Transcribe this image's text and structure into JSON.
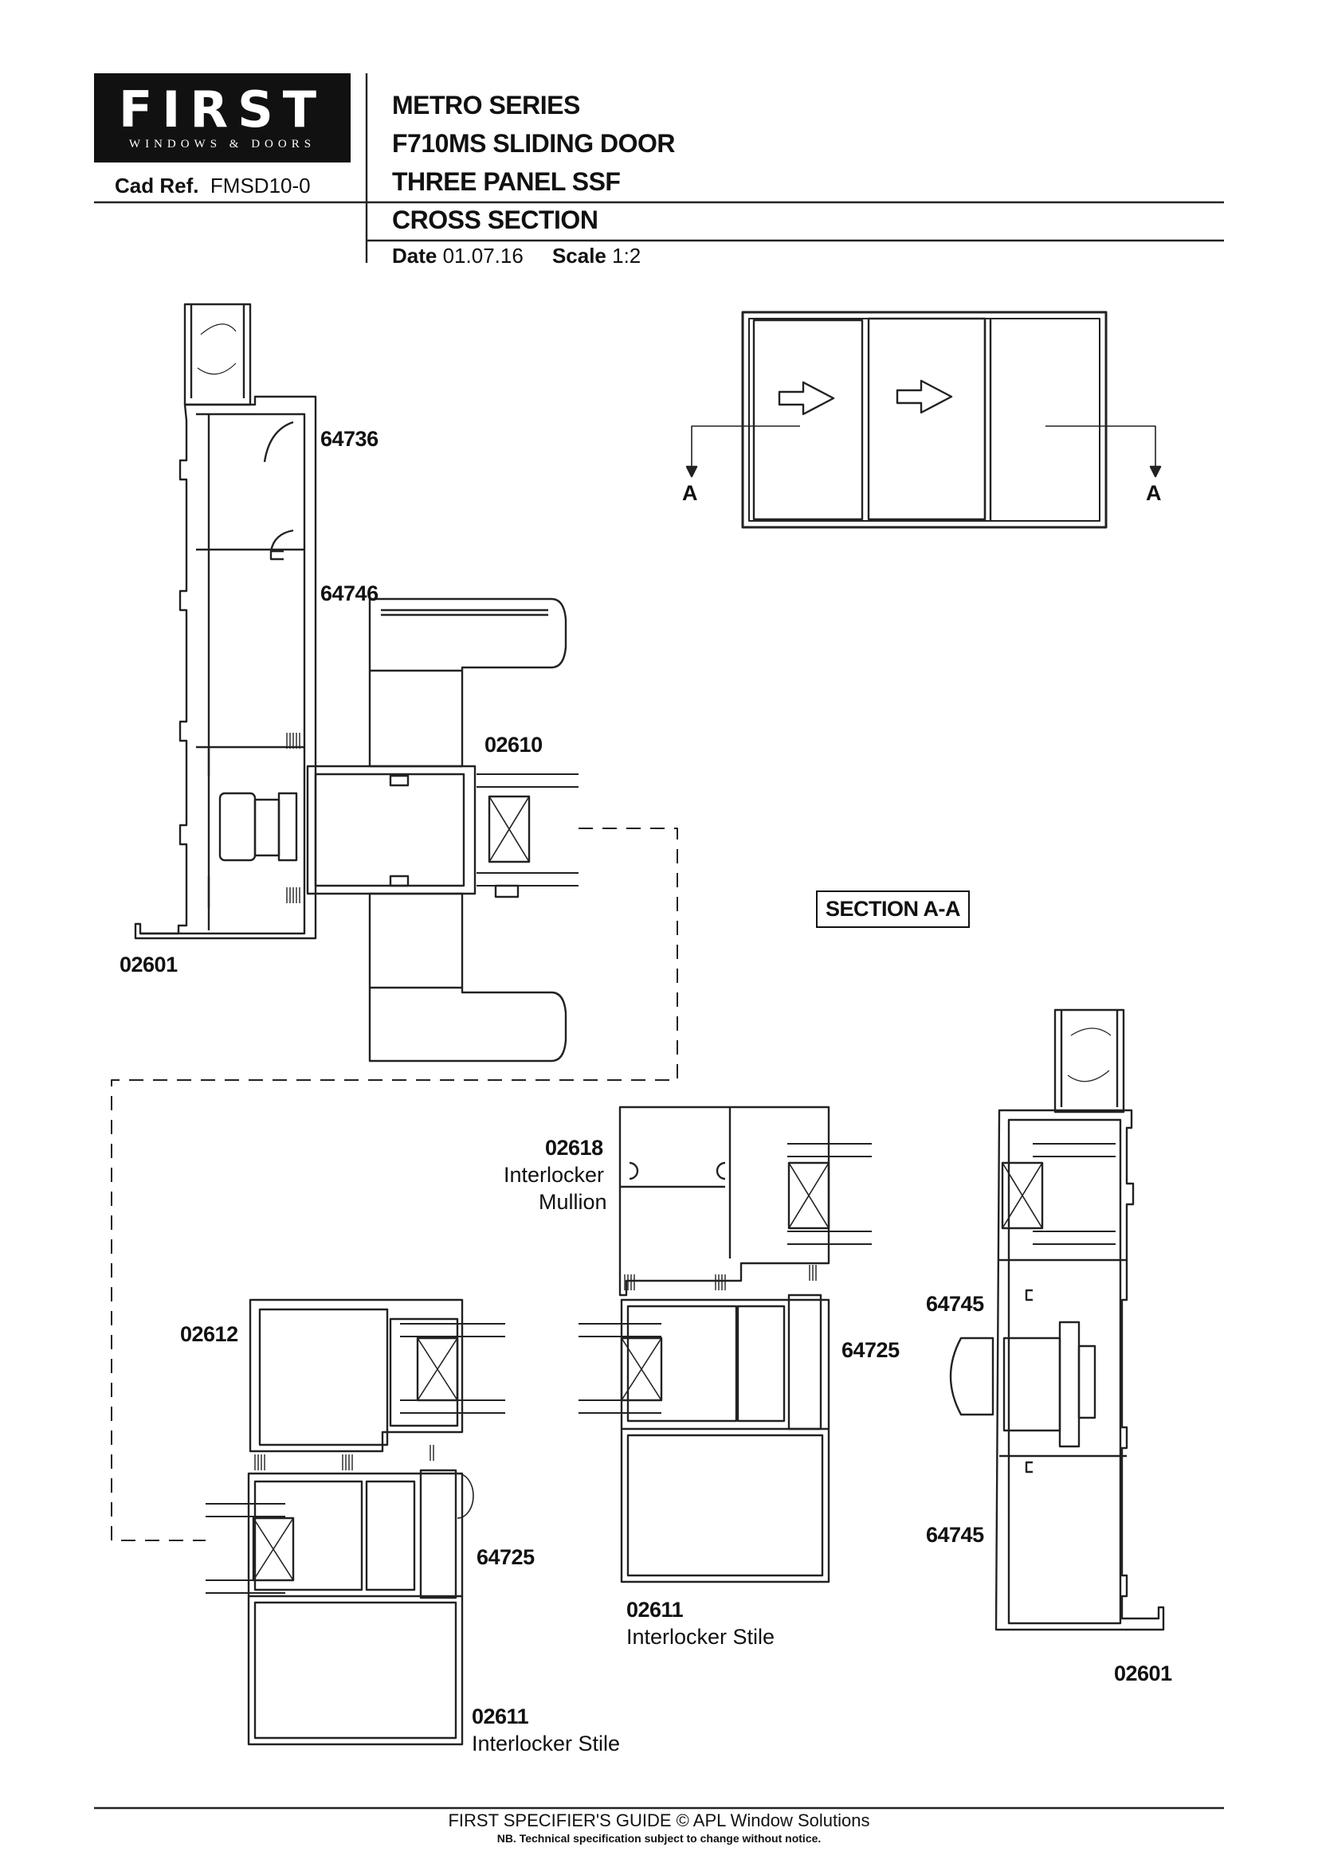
{
  "logo": {
    "word": "FIRST",
    "tagline": "WINDOWS & DOORS"
  },
  "header": {
    "series": "METRO SERIES",
    "product": "F710MS SLIDING DOOR",
    "configuration": "THREE PANEL SSF",
    "view": "CROSS SECTION",
    "cad_ref_label": "Cad Ref.",
    "cad_ref_value": "FMSD10-0",
    "date_label": "Date",
    "date_value": "01.07.16",
    "scale_label": "Scale",
    "scale_value": "1:2"
  },
  "elevation": {
    "section_mark_left": "A",
    "section_mark_right": "A"
  },
  "section_label": "SECTION A-A",
  "parts": {
    "top_a": "64736",
    "top_b": "64746",
    "top_c": "02610",
    "top_d": "02601",
    "mid_a": "02618",
    "mid_a_desc1": "Interlocker",
    "mid_a_desc2": "Mullion",
    "mid_b": "64725",
    "mid_c": "02611",
    "mid_c_desc": "Interlocker Stile",
    "left_a": "02612",
    "left_b": "64725",
    "left_c": "02611",
    "left_c_desc": "Interlocker Stile",
    "right_a": "64745",
    "right_b": "64745",
    "right_c": "02601"
  },
  "footer": {
    "guide": "FIRST SPECIFIER'S GUIDE  © APL Window Solutions",
    "note": "NB. Technical specification subject to change without notice."
  }
}
